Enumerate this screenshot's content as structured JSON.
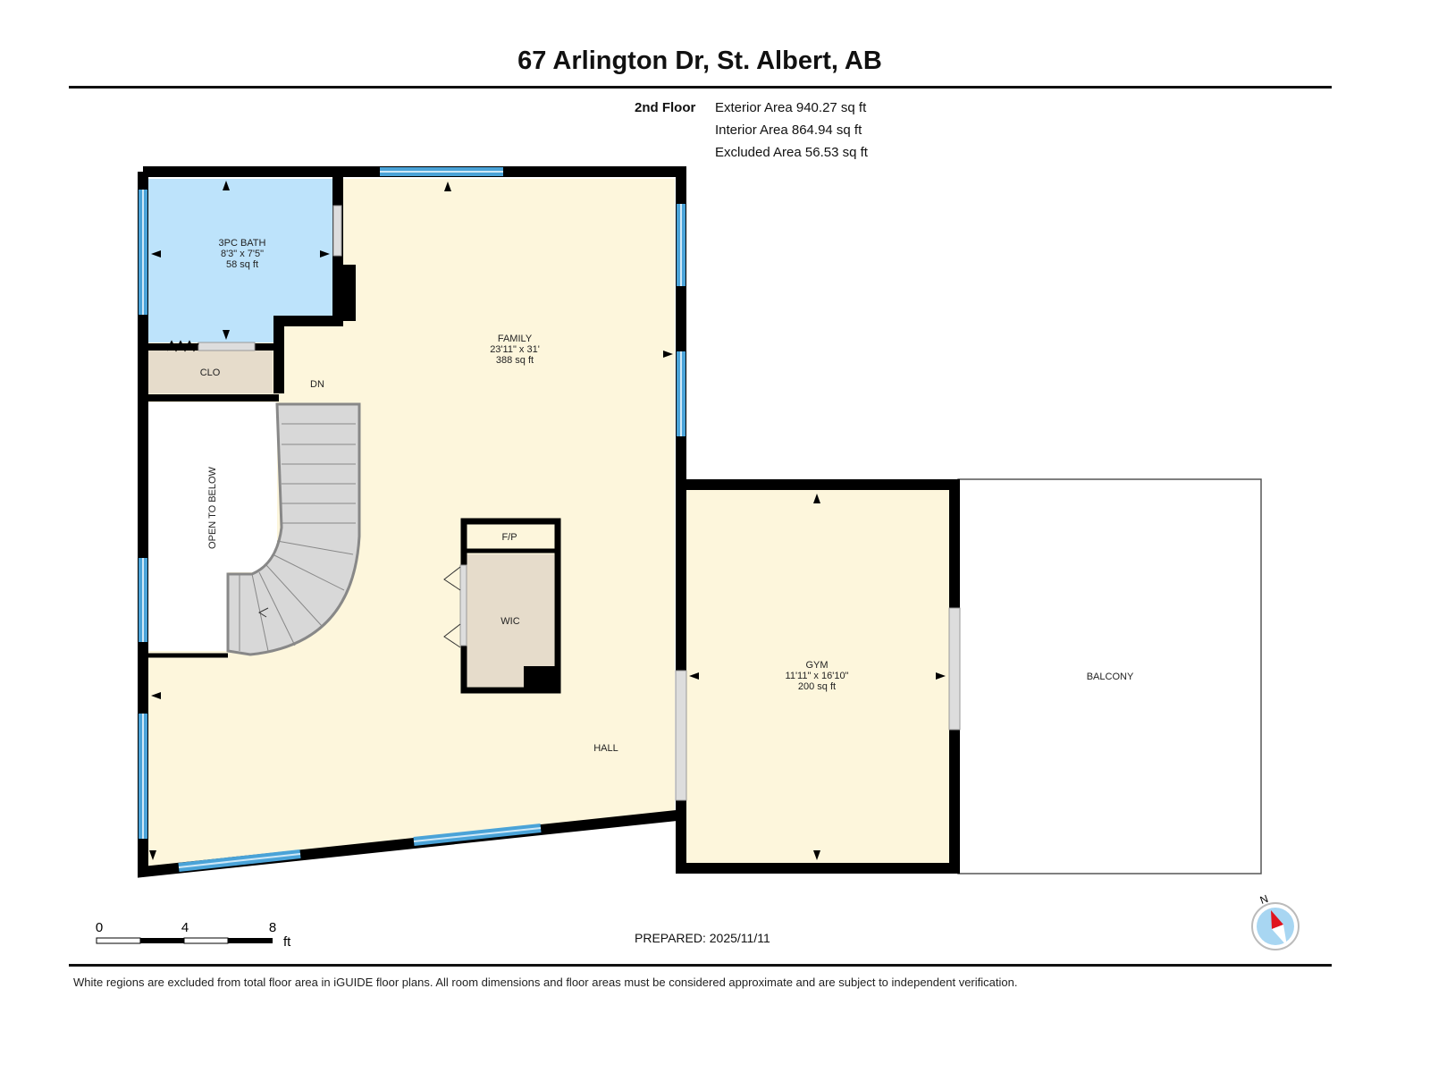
{
  "title": "67 Arlington Dr, St. Albert, AB",
  "floor": {
    "name": "2nd Floor",
    "exterior_area": "Exterior Area 940.27 sq ft",
    "interior_area": "Interior Area 864.94 sq ft",
    "excluded_area": "Excluded Area 56.53 sq ft"
  },
  "rooms": {
    "bath": {
      "name": "3PC BATH",
      "dims": "8'3\" x 7'5\"",
      "area": "58 sq ft"
    },
    "family": {
      "name": "FAMILY",
      "dims": "23'11\" x 31'",
      "area": "388 sq ft"
    },
    "gym": {
      "name": "GYM",
      "dims": "11'11\" x 16'10\"",
      "area": "200 sq ft"
    },
    "clo": "CLO",
    "dn": "DN",
    "open_below": "OPEN TO BELOW",
    "fp": "F/P",
    "wic": "WIC",
    "hall": "HALL",
    "balcony": "BALCONY"
  },
  "scale": {
    "ticks": [
      "0",
      "4",
      "8"
    ],
    "unit": "ft"
  },
  "compass": {
    "label": "N"
  },
  "prepared": "PREPARED: 2025/11/11",
  "footer": "White regions are excluded from total floor area in iGUIDE floor plans. All room dimensions and floor areas must be considered approximate and are subject to independent verification.",
  "colors": {
    "bath": "#bde3fb",
    "living": "#fdf6dc",
    "closet": "#e6dccb",
    "wall": "#000000",
    "window": "#4aa3d8",
    "compass_red": "#e0141e"
  }
}
